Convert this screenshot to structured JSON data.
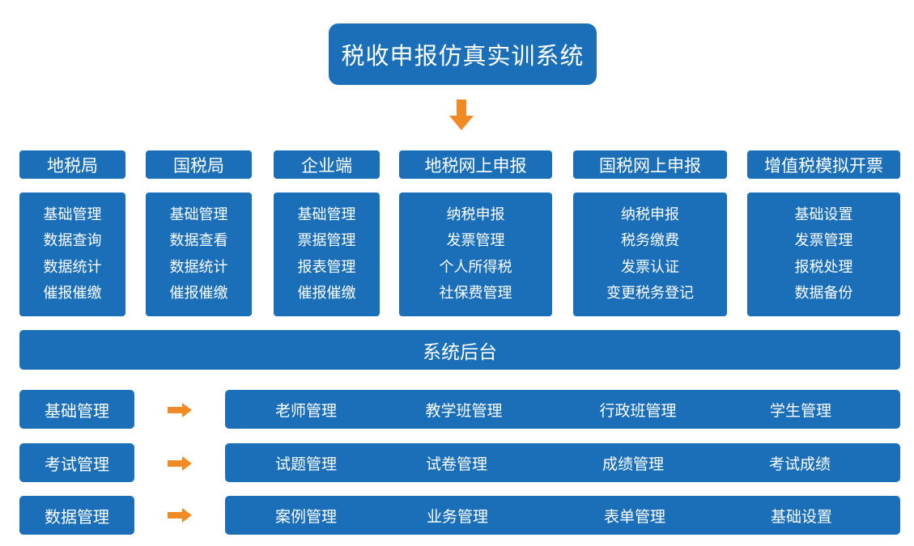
{
  "title": "税收申报仿真实训系统",
  "columns": [
    {
      "header": "地税局",
      "items": [
        "基础管理",
        "数据查询",
        "数据统计",
        "催报催缴"
      ]
    },
    {
      "header": "国税局",
      "items": [
        "基础管理",
        "数据查看",
        "数据统计",
        "催报催缴"
      ]
    },
    {
      "header": "企业端",
      "items": [
        "基础管理",
        "票据管理",
        "报表管理",
        "催报催缴"
      ]
    },
    {
      "header": "地税网上申报",
      "items": [
        "纳税申报",
        "发票管理",
        "个人所得税",
        "社保费管理"
      ]
    },
    {
      "header": "国税网上申报",
      "items": [
        "纳税申报",
        "税务缴费",
        "发票认证",
        "变更税务登记"
      ]
    },
    {
      "header": "增值税模拟开票",
      "items": [
        "基础设置",
        "发票管理",
        "报税处理",
        "数据备份"
      ]
    }
  ],
  "backend": "系统后台",
  "rows": [
    {
      "label": "基础管理",
      "items": [
        "老师管理",
        "教学班管理",
        "行政班管理",
        "学生管理"
      ]
    },
    {
      "label": "考试管理",
      "items": [
        "试题管理",
        "试卷管理",
        "成绩管理",
        "考试成绩"
      ]
    },
    {
      "label": "数据管理",
      "items": [
        "案例管理",
        "业务管理",
        "表单管理",
        "基础设置"
      ]
    }
  ],
  "colors": {
    "box": "#1a6fb8",
    "arrow": "#f08a24",
    "text": "#ffffff"
  }
}
